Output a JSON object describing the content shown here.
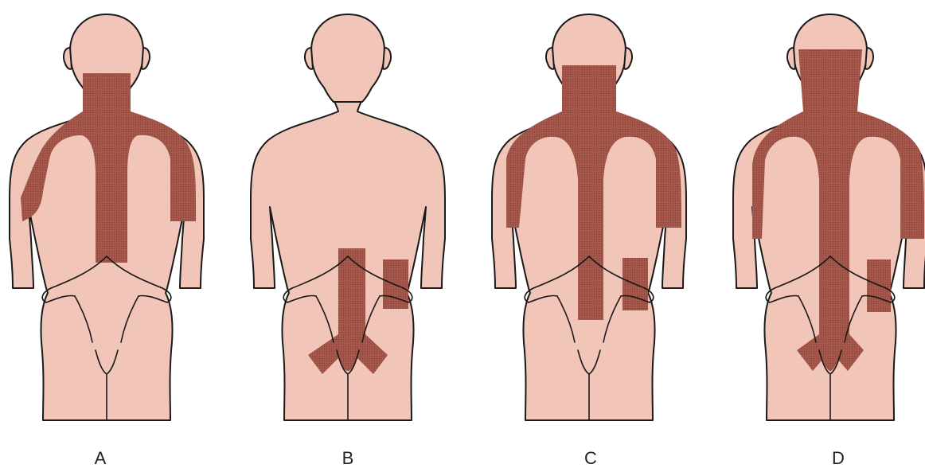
{
  "figure": {
    "panels": [
      {
        "label": "A",
        "regions": [
          "neck",
          "upper-back",
          "inner-arms",
          "spine-upper"
        ]
      },
      {
        "label": "B",
        "regions": [
          "lower-spine",
          "buttocks",
          "right-flank"
        ]
      },
      {
        "label": "C",
        "regions": [
          "neck",
          "upper-back",
          "inner-arms",
          "spine-mid",
          "right-flank"
        ]
      },
      {
        "label": "D",
        "regions": [
          "head-back",
          "neck",
          "upper-back",
          "arms",
          "full-spine",
          "buttocks",
          "right-flank"
        ]
      }
    ],
    "colors": {
      "skin": "#f1c6b9",
      "highlight": "#a4574a",
      "outline": "#1a1a1a"
    }
  }
}
